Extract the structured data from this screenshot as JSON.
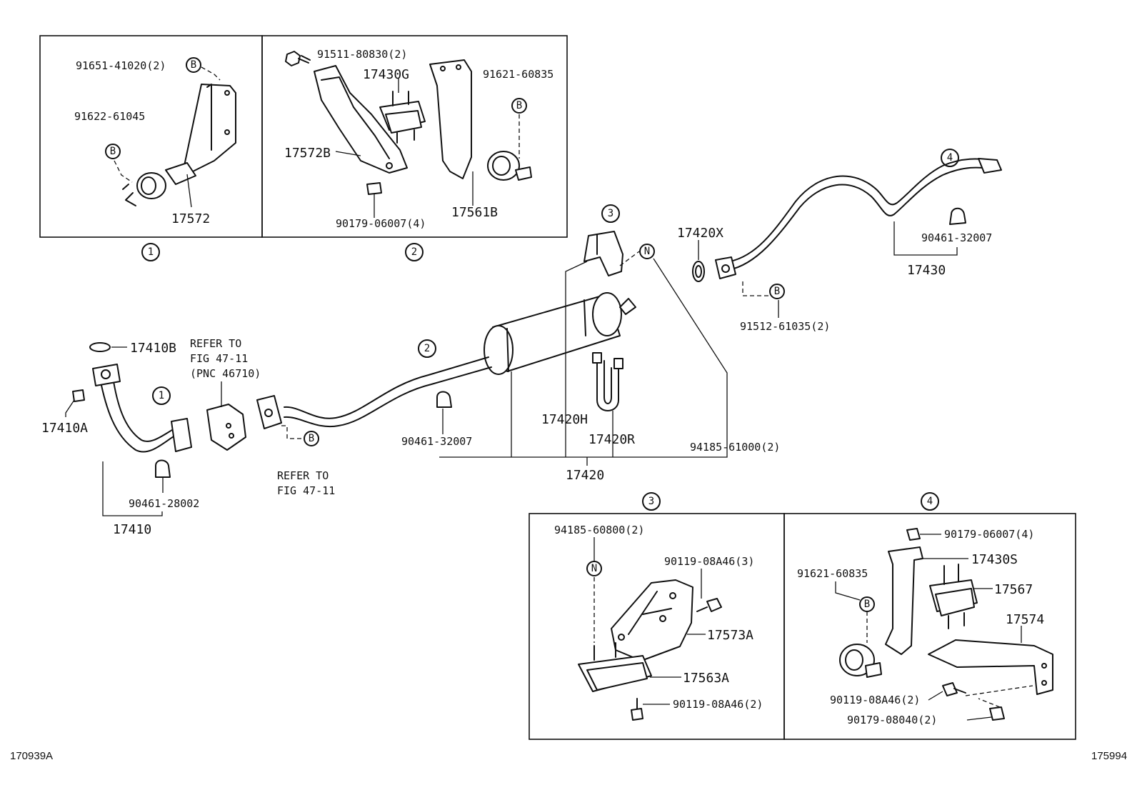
{
  "diagram": {
    "corner_left_code": "170939A",
    "corner_right_code": "175994",
    "callout_b": "B",
    "callout_n": "N",
    "callout_1": "1",
    "callout_2": "2",
    "callout_3": "3",
    "callout_4": "4",
    "labels": {
      "p91651_41020": "91651-41020(2)",
      "p91622_61045": "91622-61045",
      "p17572": "17572",
      "p91511_80830": "91511-80830(2)",
      "p17430G": "17430G",
      "p91621_60835_top": "91621-60835",
      "p17572B": "17572B",
      "p90179_06007_top": "90179-06007(4)",
      "p17561B": "17561B",
      "p17420X": "17420X",
      "p90461_32007_right": "90461-32007",
      "p17430": "17430",
      "p91512_61035": "91512-61035(2)",
      "p17410B": "17410B",
      "refer_fig_line1": "REFER TO",
      "refer_fig_line2": "FIG 47-11",
      "refer_fig_line3": "(PNC 46710)",
      "p17410A": "17410A",
      "p90461_28002": "90461-28002",
      "p17410": "17410",
      "refer_fig2_line1": "REFER TO",
      "refer_fig2_line2": "FIG 47-11",
      "p90461_32007_mid": "90461-32007",
      "p17420H": "17420H",
      "p17420R": "17420R",
      "p94185_61000": "94185-61000(2)",
      "p17420": "17420",
      "p94185_60800": "94185-60800(2)",
      "p90119_08A46_3": "90119-08A46(3)",
      "p17573A": "17573A",
      "p17563A": "17563A",
      "p90119_08A46_2_box3": "90119-08A46(2)",
      "p90179_06007_box4": "90179-06007(4)",
      "p17430S": "17430S",
      "p91621_60835_box4": "91621-60835",
      "p17567": "17567",
      "p17574": "17574",
      "p90119_08A46_2_box4": "90119-08A46(2)",
      "p90179_08040": "90179-08040(2)"
    }
  }
}
